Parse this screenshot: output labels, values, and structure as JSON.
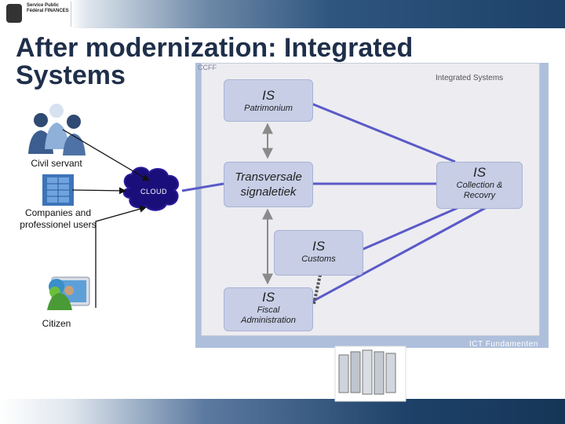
{
  "header": {
    "logo_text": "Service Public Fédéral FINANCES"
  },
  "title": "After modernization: Integrated Systems",
  "panel": {
    "corner_label": "CCFF",
    "top_label": "Integrated Systems",
    "footer_label": "ICT Fundamenten"
  },
  "actors": {
    "civil": "Civil servant",
    "companies": "Companies and professionel users",
    "citizen": "Citizen"
  },
  "cloud": "CLOUD",
  "boxes": {
    "patrimonium": {
      "is": "IS",
      "sub": "Patrimonium"
    },
    "transversale": {
      "sub": "Transversale signaletiek"
    },
    "collection": {
      "is": "IS",
      "sub": "Collection & Recovry"
    },
    "customs": {
      "is": "IS",
      "sub": "Customs"
    },
    "fiscal": {
      "is": "IS",
      "sub": "Fiscal Administration"
    }
  },
  "colors": {
    "panel_blue": "#aebfdc",
    "box_fill": "#c7cee6",
    "connector": "#5a5ac8",
    "title": "#1f2f4a"
  }
}
